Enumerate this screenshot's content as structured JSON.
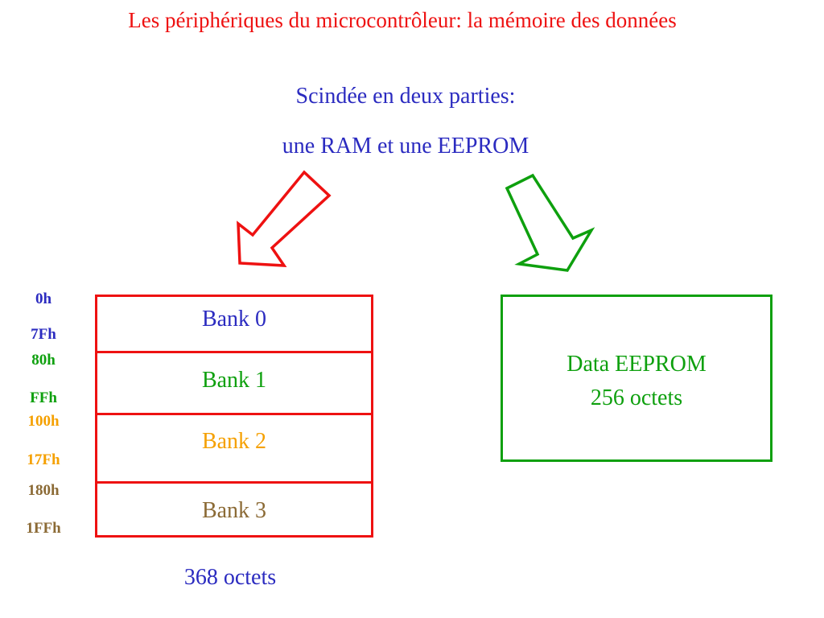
{
  "title": "Les périphériques du microcontrôleur: la mémoire des données",
  "subtitle_line1": "Scindée en deux parties:",
  "subtitle_line2": "une RAM et une EEPROM",
  "colors": {
    "title": "#ee1111",
    "text_blue": "#2b2bc0",
    "ram_border": "#ee1111",
    "eeprom_border": "#0ea00e",
    "bank0": "#2b2bc0",
    "bank1": "#0ea00e",
    "bank2": "#f5a000",
    "bank3": "#8b6a35"
  },
  "ram": {
    "banks": [
      {
        "label": "Bank 0",
        "start": "0h",
        "end": "7Fh",
        "color": "#2b2bc0"
      },
      {
        "label": "Bank 1",
        "start": "80h",
        "end": "FFh",
        "color": "#0ea00e"
      },
      {
        "label": "Bank 2",
        "start": "100h",
        "end": "17Fh",
        "color": "#f5a000"
      },
      {
        "label": "Bank 3",
        "start": "180h",
        "end": "1FFh",
        "color": "#8b6a35"
      }
    ],
    "size_label": "368 octets"
  },
  "eeprom": {
    "line1": "Data EEPROM",
    "line2": "256 octets"
  },
  "arrows": [
    {
      "target": "ram",
      "color": "#ee1111"
    },
    {
      "target": "eeprom",
      "color": "#0ea00e"
    }
  ]
}
